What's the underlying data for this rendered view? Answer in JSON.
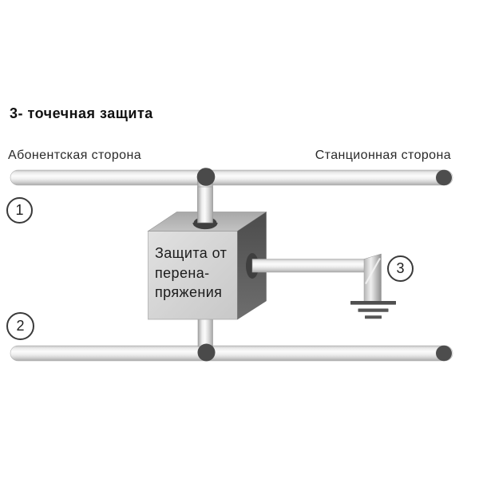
{
  "title": "3- точечная защита",
  "sides": {
    "subscriber": "Абонентская сторона",
    "station": "Станционная сторона"
  },
  "device_box": {
    "label_lines": [
      "Защита от",
      "перена-",
      "пряжения"
    ]
  },
  "markers": [
    {
      "number": "1"
    },
    {
      "number": "2"
    },
    {
      "number": "3"
    }
  ],
  "icons": {
    "ground": "ground-symbol"
  },
  "colors": {
    "pipe_highlight": "#fbfbfb",
    "pipe_shadow": "#a9a9a9",
    "cap_dark": "#4d4d4d",
    "box_front": "#d5d5d5",
    "box_top": "#b5b5b5",
    "box_side": "#5a5a5a",
    "ground_bar": "#4f4f4f",
    "text": "#1c1c1c",
    "background": "#ffffff"
  }
}
